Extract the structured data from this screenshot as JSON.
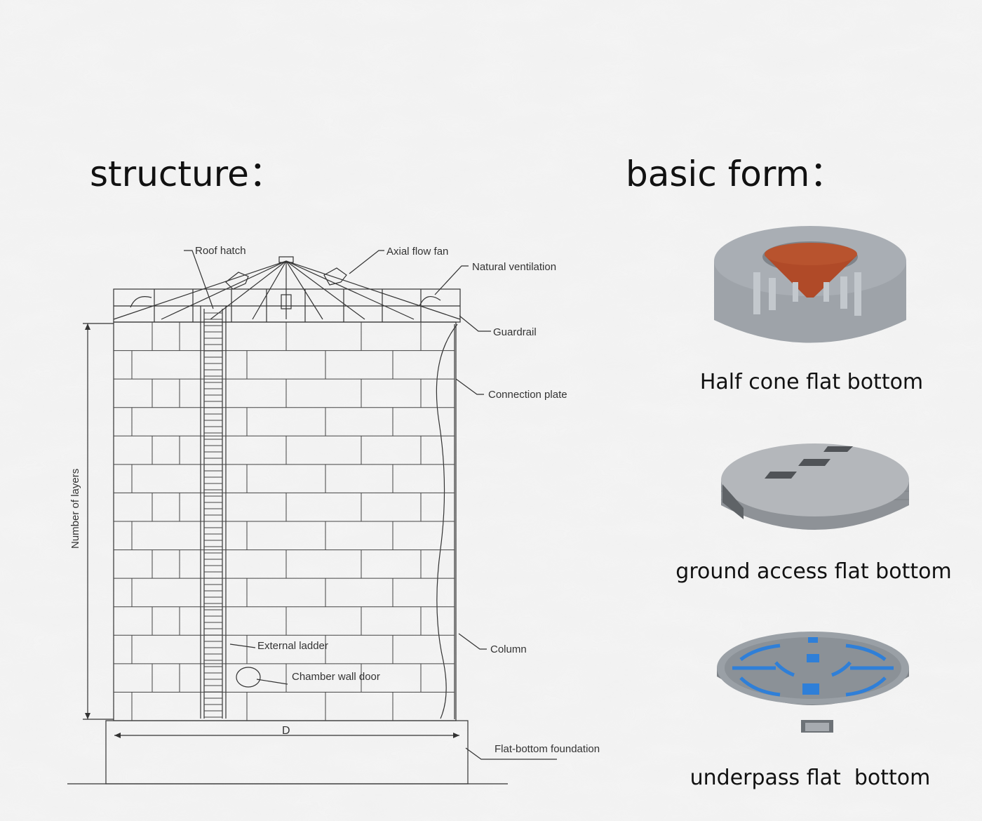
{
  "headings": {
    "structure": "structure：",
    "basic_form": "basic form："
  },
  "drawing_labels": {
    "roof_hatch": "Roof hatch",
    "axial_flow_fan": "Axial flow fan",
    "natural_ventilation": "Natural ventilation",
    "guardrail": "Guardrail",
    "connection_plate": "Connection plate",
    "external_ladder": "External ladder",
    "chamber_wall_door": "Chamber wall door",
    "column": "Column",
    "flat_bottom_foundation": "Flat-bottom foundation",
    "number_of_layers": "Number of layers",
    "diameter": "D"
  },
  "forms": [
    {
      "caption": "Half cone flat bottom"
    },
    {
      "caption": "ground access flat bottom"
    },
    {
      "caption": "underpass flat  bottom"
    }
  ],
  "colors": {
    "cone": "#b04a28",
    "concrete": "#a9aeb4",
    "channel": "#2f7fd8"
  }
}
